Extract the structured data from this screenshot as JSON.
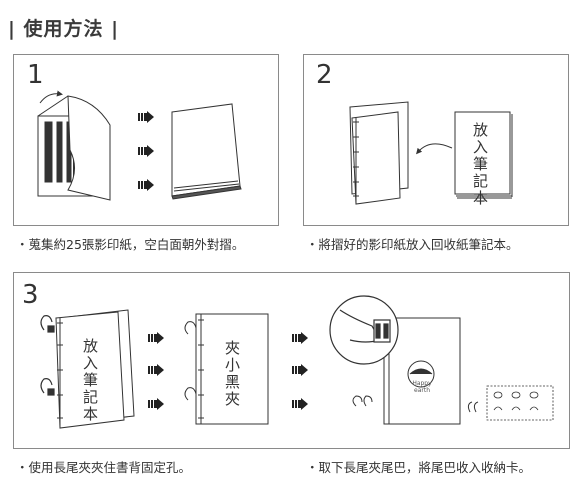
{
  "page_title": "| 使用方法 |",
  "steps": [
    {
      "number": "1",
      "caption": "・蒐集約25張影印紙，空白面朝外對摺。"
    },
    {
      "number": "2",
      "caption": "・將摺好的影印紙放入回收紙筆記本。",
      "notebook_label": "放入筆記本"
    },
    {
      "number": "3",
      "caption_left": "・使用長尾夾夾住書背固定孔。",
      "caption_right": "・取下長尾夾尾巴，將尾巴收入收納卡。",
      "notebook_label": "放入筆記本",
      "clip_label": "夾小黑夾",
      "logo_text": "Happy earth"
    }
  ],
  "colors": {
    "line": "#333333",
    "panel_border": "#8a8a8a",
    "arrow": "#222222"
  }
}
